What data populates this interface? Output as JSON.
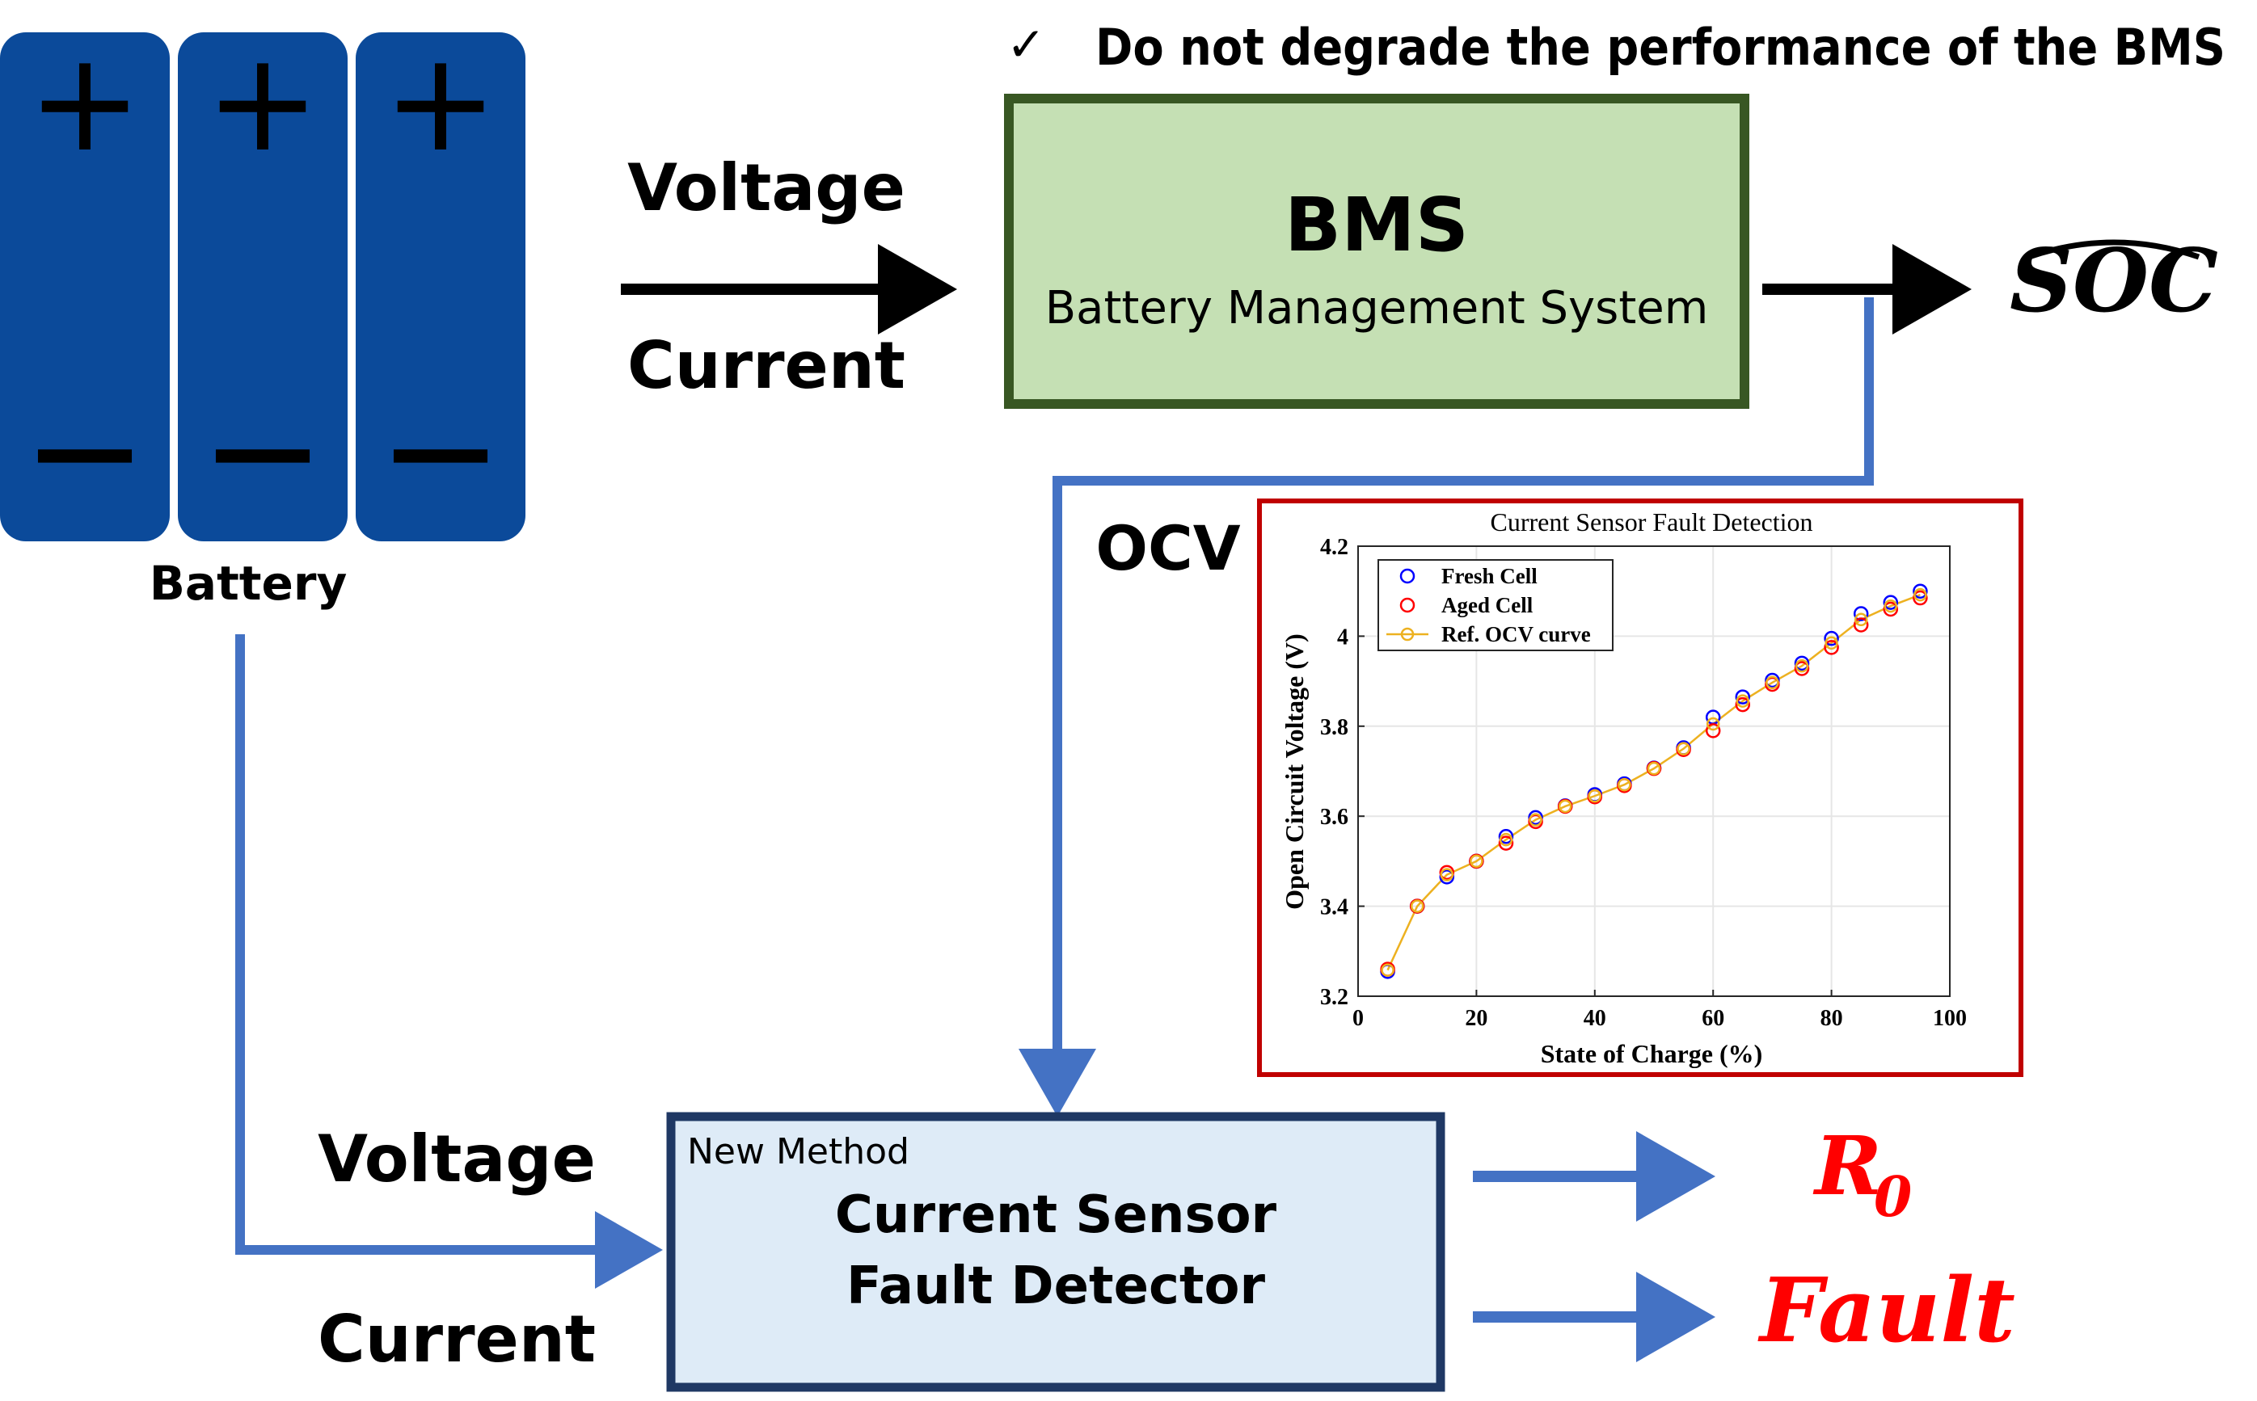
{
  "header": {
    "check_mark": "✓",
    "note": "Do not degrade the performance of the BMS"
  },
  "battery": {
    "cells": [
      {
        "plus": "+",
        "minus": "—"
      },
      {
        "plus": "+",
        "minus": "—"
      },
      {
        "plus": "+",
        "minus": "—"
      }
    ],
    "label": "Battery",
    "color": "#0b4a9a"
  },
  "inputs_top": {
    "voltage": "Voltage",
    "current": "Current"
  },
  "bms": {
    "title": "BMS",
    "subtitle": "Battery Management System",
    "fill": "#c5e0b4",
    "border": "#385723"
  },
  "soc_output": {
    "label": "SOC",
    "hat": "^"
  },
  "ocv_label": "OCV",
  "inputs_bottom": {
    "voltage": "Voltage",
    "current": "Current"
  },
  "detector": {
    "tag": "New Method",
    "title_line1": "Current Sensor",
    "title_line2": "Fault Detector",
    "fill": "#deebf7",
    "border": "#1f3864"
  },
  "outputs": {
    "r0_main": "R",
    "r0_sub": "0",
    "fault": "Fault",
    "color": "#ff0000"
  },
  "connector_color": "#4472c4",
  "chart_data": {
    "type": "scatter",
    "title": "Current Sensor Fault Detection",
    "xlabel": "State of Charge (%)",
    "ylabel": "Open Circuit Voltage (V)",
    "xlim": [
      0,
      100
    ],
    "ylim": [
      3.2,
      4.2
    ],
    "xticks": [
      0,
      20,
      40,
      60,
      80,
      100
    ],
    "yticks": [
      3.2,
      3.4,
      3.6,
      3.8,
      4,
      4.2
    ],
    "xtick_labels": [
      "0",
      "20",
      "40",
      "60",
      "80",
      "100"
    ],
    "ytick_labels": [
      "3.2",
      "3.4",
      "3.6",
      "3.8",
      "4",
      "4.2"
    ],
    "grid": true,
    "legend_position": "top-left",
    "frame_color": "#c00000",
    "series": [
      {
        "name": "Fresh Cell",
        "marker": "circle",
        "color": "#0000ff",
        "x": [
          5,
          10,
          15,
          20,
          25,
          30,
          35,
          40,
          45,
          50,
          55,
          60,
          65,
          70,
          75,
          80,
          85,
          90,
          95
        ],
        "y": [
          3.255,
          3.4,
          3.465,
          3.5,
          3.555,
          3.597,
          3.623,
          3.648,
          3.672,
          3.707,
          3.752,
          3.82,
          3.865,
          3.902,
          3.94,
          3.995,
          4.05,
          4.075,
          4.1
        ]
      },
      {
        "name": "Aged Cell",
        "marker": "circle",
        "color": "#ff0000",
        "x": [
          5,
          10,
          15,
          20,
          25,
          30,
          35,
          40,
          45,
          50,
          55,
          60,
          65,
          70,
          75,
          80,
          85,
          90,
          95
        ],
        "y": [
          3.26,
          3.4,
          3.475,
          3.5,
          3.54,
          3.588,
          3.622,
          3.643,
          3.668,
          3.706,
          3.748,
          3.79,
          3.848,
          3.893,
          3.928,
          3.975,
          4.025,
          4.06,
          4.085
        ]
      },
      {
        "name": "Ref. OCV curve",
        "marker": "circle-line",
        "color": "#edb120",
        "x": [
          5,
          10,
          15,
          20,
          25,
          30,
          35,
          40,
          45,
          50,
          55,
          60,
          65,
          70,
          75,
          80,
          85,
          90,
          95
        ],
        "y": [
          3.258,
          3.4,
          3.47,
          3.5,
          3.548,
          3.592,
          3.622,
          3.645,
          3.67,
          3.706,
          3.75,
          3.805,
          3.856,
          3.897,
          3.934,
          3.985,
          4.037,
          4.067,
          4.092
        ]
      }
    ]
  }
}
